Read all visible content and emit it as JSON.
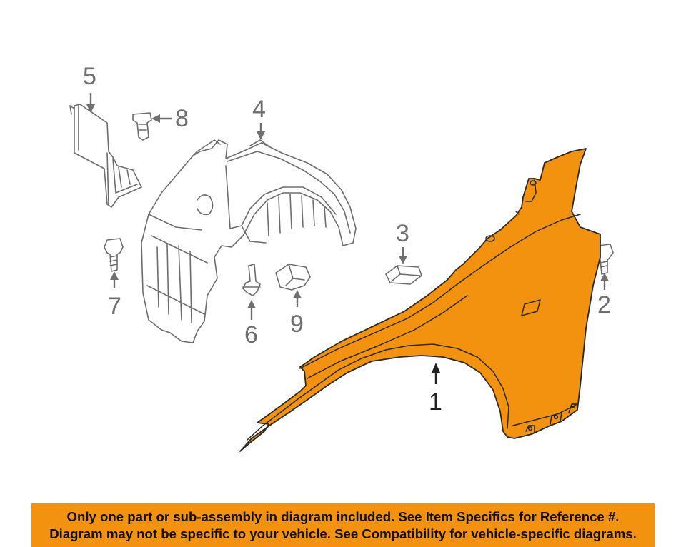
{
  "colors": {
    "fender_fill": "#F2920F",
    "disclaimer_background": "#F2920F",
    "part_outline": "#6D6D6D",
    "callout_text": "#6F6F6F"
  },
  "callouts": {
    "c1": "1",
    "c2": "2",
    "c3": "3",
    "c4": "4",
    "c5": "5",
    "c6": "6",
    "c7": "7",
    "c8": "8",
    "c9": "9"
  },
  "disclaimer": {
    "line1": "Only one part or sub-assembly in diagram included. See Item Specifics for Reference #.",
    "line2": "Diagram may not be specific to your vehicle. See Compatibility for vehicle-specific diagrams."
  }
}
